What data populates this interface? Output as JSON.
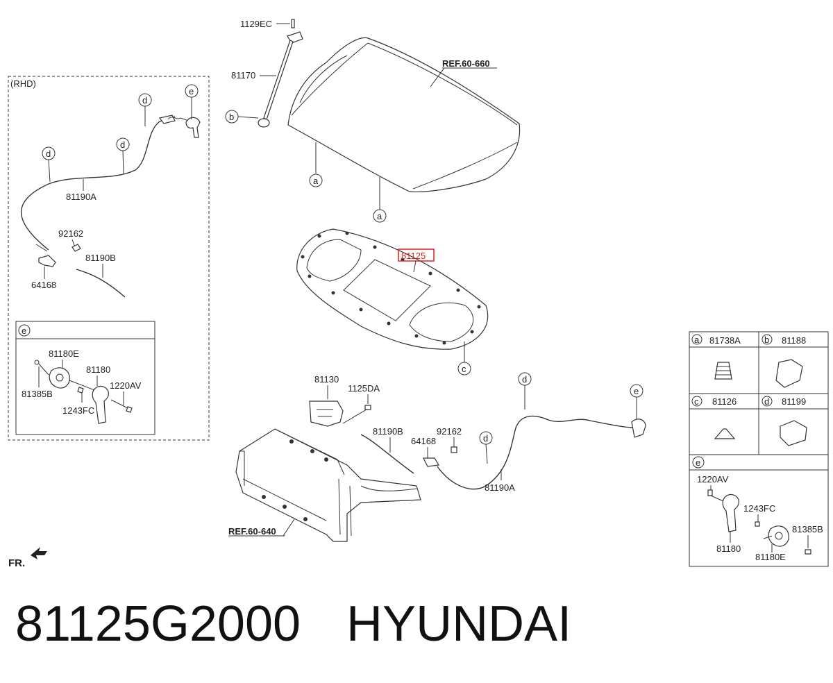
{
  "diagram": {
    "rhd_label": "(RHD)",
    "fr_label": "FR.",
    "ref_hood": "REF.60-660",
    "ref_carrier": "REF.60-640",
    "callouts": {
      "a": "a",
      "b": "b",
      "c": "c",
      "d": "d",
      "e": "e"
    },
    "parts": {
      "p1129EC": "1129EC",
      "p81170": "81170",
      "p81190A": "81190A",
      "p92162": "92162",
      "p81190B": "81190B",
      "p64168": "64168",
      "p81180E": "81180E",
      "p81180": "81180",
      "p81385B": "81385B",
      "p1220AV": "1220AV",
      "p1243FC": "1243FC",
      "p81125": "81125",
      "p81130": "81130",
      "p1125DA": "1125DA"
    },
    "legend": {
      "a_part": "81738A",
      "b_part": "81188",
      "c_part": "81126",
      "d_part": "81199"
    },
    "highlight_color": "#e02020"
  },
  "footer": {
    "part_number": "81125G2000",
    "brand": "HYUNDAI"
  }
}
